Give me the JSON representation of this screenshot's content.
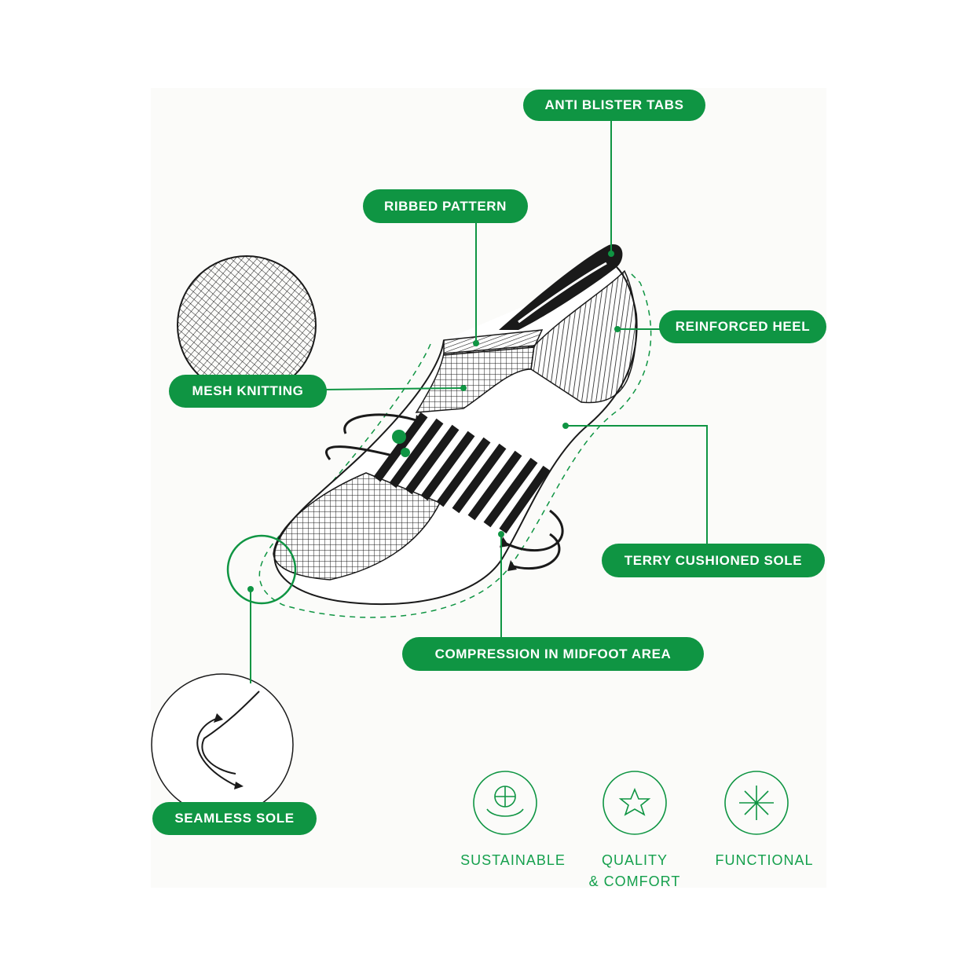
{
  "colors": {
    "accent": "#0f9543",
    "feature_text": "#15a04d",
    "ink": "#1a1a1a",
    "panel": "#fbfbf9"
  },
  "callouts": {
    "anti_blister_tabs": "ANTI BLISTER TABS",
    "ribbed_pattern": "RIBBED PATTERN",
    "reinforced_heel": "REINFORCED HEEL",
    "mesh_knitting": "MESH KNITTING",
    "terry_cushioned_sole": "TERRY CUSHIONED SOLE",
    "compression_midfoot": "COMPRESSION IN MIDFOOT AREA",
    "seamless_sole": "SEAMLESS SOLE"
  },
  "features": [
    {
      "line1": "SUSTAINABLE",
      "line2": "",
      "icon": "globe-in-hands-icon"
    },
    {
      "line1": "QUALITY",
      "line2": "& COMFORT",
      "icon": "sparkling-star-icon"
    },
    {
      "line1": "FUNCTIONAL",
      "line2": "",
      "icon": "multidirectional-arrows-icon"
    }
  ]
}
